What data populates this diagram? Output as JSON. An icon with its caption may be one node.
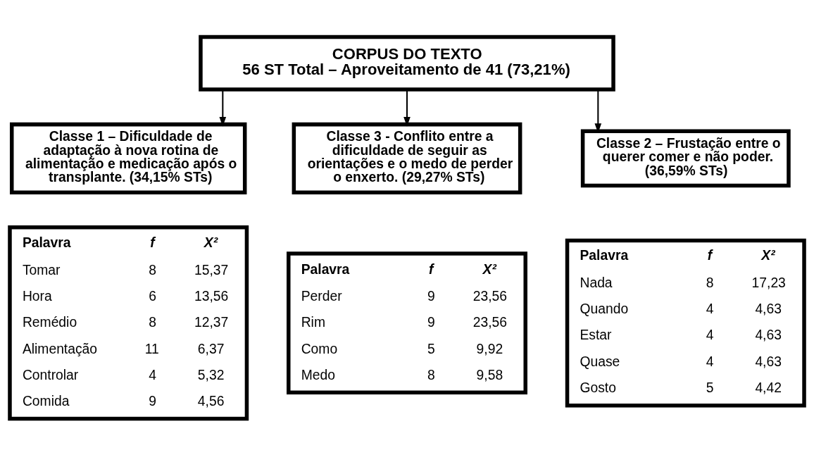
{
  "diagram": {
    "nodes": [
      {
        "text": [
          "CORPUS DO TEXTO",
          "56 ST Total – Aproveitamento de 41 (73,21%)"
        ]
      },
      {
        "text": [
          "Classe 1 – Dificuldade de adaptação à nova rotina de alimentação e medicação após o transplante. (34,15% STs)"
        ]
      },
      {
        "text": [
          "Classe 3 - Conflito entre a dificuldade de seguir as orientações e o medo de perder o enxerto. (29,27% STs)"
        ]
      },
      {
        "text": [
          "Classe 2 – Frustação entre o querer comer e não poder. (36,59% STs)"
        ]
      },
      {
        "text": [
          "Palavra",
          "f",
          "X²",
          "Tomar",
          "8",
          "15,37",
          "Hora",
          "6",
          "13,56",
          "Remédio",
          "8",
          "12,37",
          "Alimentação",
          "11",
          "6,37",
          "Controlar",
          "4",
          "5,32",
          "Comida",
          "9",
          "4,56"
        ]
      },
      {
        "text": [
          "Palavra",
          "f",
          "X²",
          "Perder",
          "9",
          "23,56",
          "Rim",
          "9",
          "23,56",
          "Como",
          "5",
          "9,92",
          "Medo",
          "8",
          "9,58"
        ]
      },
      {
        "text": [
          "Palavra",
          "f",
          "X²",
          "Nada",
          "8",
          "17,23",
          "Quando",
          "4",
          "4,63",
          "Estar",
          "4",
          "4,63",
          "Quase",
          "4",
          "4,63",
          "Gosto",
          "5",
          "4,42"
        ]
      }
    ],
    "edges": [
      {
        "from": 0,
        "to": 1,
        "arrow": "to"
      },
      {
        "from": 0,
        "to": 2,
        "arrow": "to"
      },
      {
        "from": 0,
        "to": 3,
        "arrow": "to"
      }
    ]
  }
}
